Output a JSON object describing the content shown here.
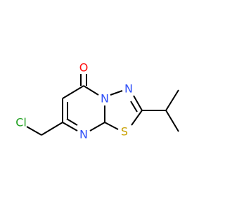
{
  "molecule": {
    "atoms": {
      "oxygen": {
        "symbol": "O",
        "color": "#ff0d0d"
      },
      "ring_nitrogen": {
        "symbol": "N",
        "color": "#3050f8"
      },
      "thiadiazole_nitrogen": {
        "symbol": "N",
        "color": "#3050f8"
      },
      "pyrimidine_nitrogen": {
        "symbol": "N",
        "color": "#3050f8"
      },
      "sulfur": {
        "symbol": "S",
        "color": "#c8a000"
      },
      "chlorine": {
        "symbol": "Cl",
        "color": "#1fa01f"
      }
    }
  }
}
